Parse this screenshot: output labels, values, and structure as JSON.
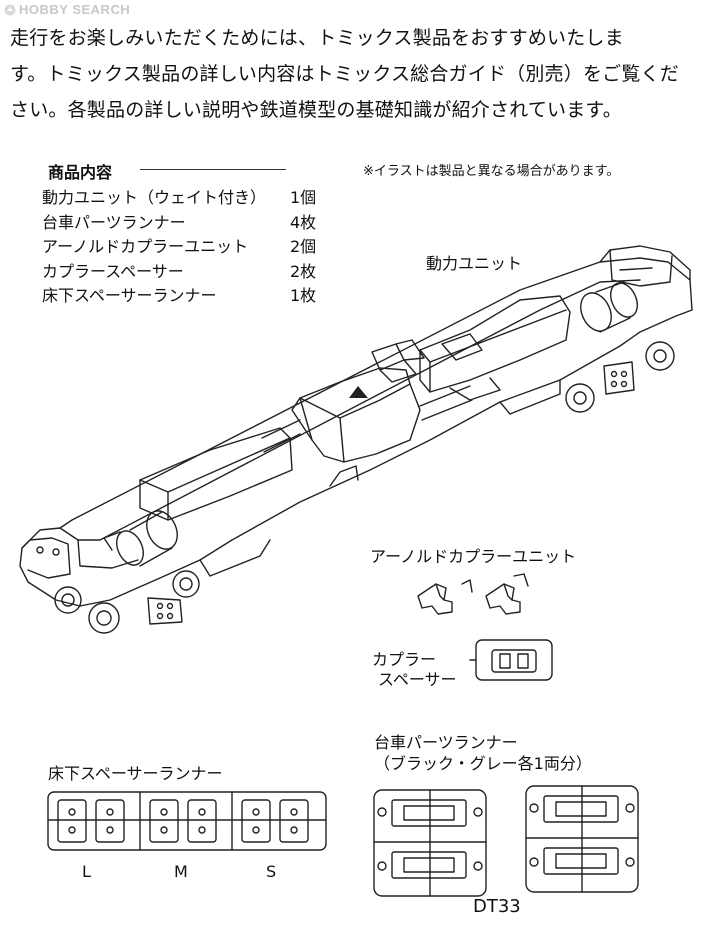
{
  "watermark": {
    "brand": "HOBBY SEARCH"
  },
  "intro": {
    "lines": [
      "走行をお楽しみいただくためには、トミックス製品をおすすめいたしま",
      "す。トミックス製品の詳しい内容はトミックス総合ガイド（別売）をご覧くだ",
      "さい。各製品の詳しい説明や鉄道模型の基礎知識が紹介されています。"
    ]
  },
  "contents": {
    "title": "商品内容",
    "items": [
      {
        "name": "動力ユニット（ウェイト付き）",
        "qty": "1個"
      },
      {
        "name": "台車パーツランナー",
        "qty": "4枚"
      },
      {
        "name": "アーノルドカプラーユニット",
        "qty": "2個"
      },
      {
        "name": "カプラースペーサー",
        "qty": "2枚"
      },
      {
        "name": "床下スペーサーランナー",
        "qty": "1枚"
      }
    ]
  },
  "note": "※イラストは製品と異なる場合があります。",
  "labels": {
    "power_unit": "動力ユニット",
    "coupler_unit": "アーノルドカプラーユニット",
    "coupler_spacer_line1": "カプラー",
    "coupler_spacer_line2": "スペーサー",
    "underfloor_runner": "床下スペーサーランナー",
    "bogie_runner_line1": "台車パーツランナー",
    "bogie_runner_line2": "（ブラック・グレー各1両分）",
    "size_l": "L",
    "size_m": "M",
    "size_s": "S",
    "bogie_model": "DT33"
  }
}
